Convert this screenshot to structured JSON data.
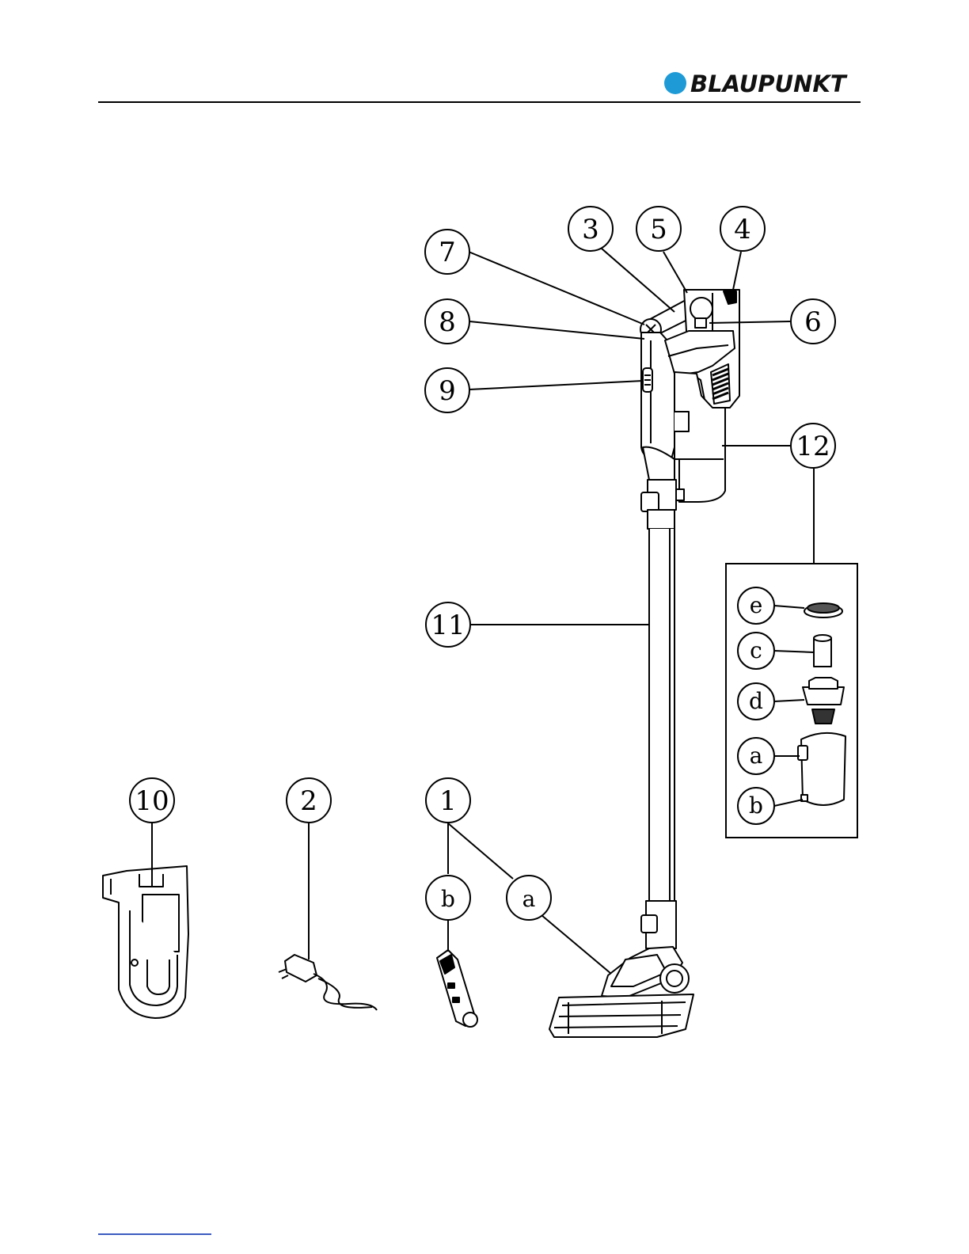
{
  "brand": {
    "name": "BLAUPUNKT",
    "color": "#1e9bd7"
  },
  "diagram": {
    "callouts": {
      "c1": "1",
      "c2": "2",
      "c3": "3",
      "c4": "4",
      "c5": "5",
      "c6": "6",
      "c7": "7",
      "c8": "8",
      "c9": "9",
      "c10": "10",
      "c11": "11",
      "c12": "12",
      "nozzle_a": "a",
      "nozzle_b": "b",
      "box_e": "e",
      "box_c": "c",
      "box_d": "d",
      "box_a": "a",
      "box_b": "b"
    }
  },
  "footer": {
    "link_color": "#3a5bbf"
  }
}
